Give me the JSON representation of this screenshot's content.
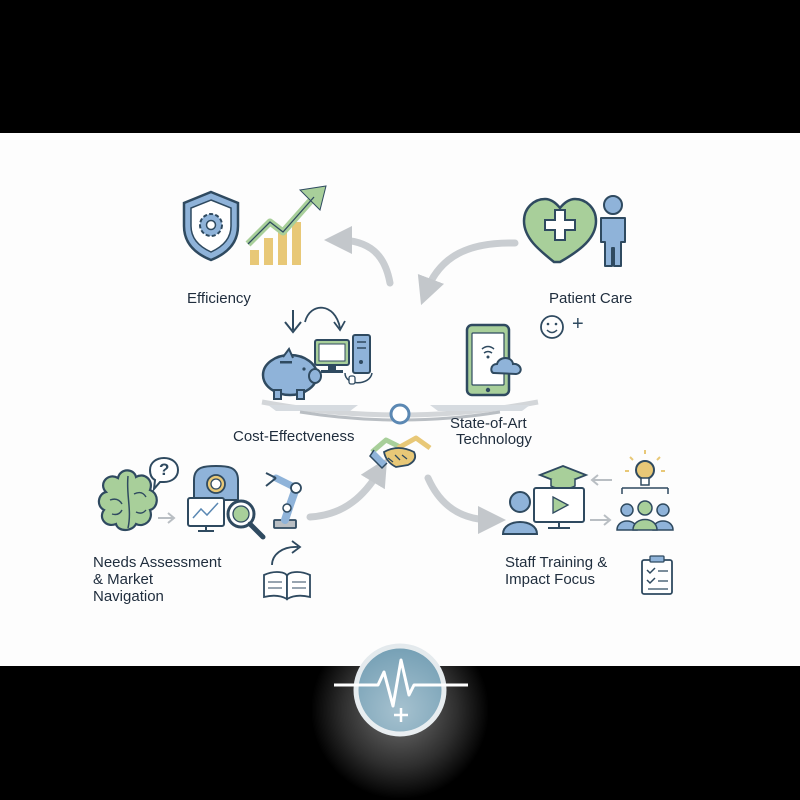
{
  "diagram": {
    "labels": {
      "efficiency": "Efficiency",
      "patient_care": "Patient Care",
      "cost_effectiveness": "Cost-Effectveness",
      "technology_line1": "State-of-Art",
      "technology_line2": "Technology",
      "needs_line1": "Needs Assessment",
      "needs_line2": "& Market",
      "needs_line3": "Navigation",
      "staff_line1": "Staff Training &",
      "staff_line2": "Impact Focus",
      "question_mark": "?",
      "plus_sign": "+"
    },
    "icons": [
      "shield-gear-icon",
      "growth-chart-icon",
      "heart-cross-icon",
      "person-icon",
      "piggy-bank-icon",
      "computer-icon",
      "smartphone-cloud-icon",
      "balance-scale-icon",
      "handshake-icon",
      "brain-icon",
      "speech-question-icon",
      "mri-scanner-icon",
      "magnifier-icon",
      "robotic-arm-icon",
      "book-icon",
      "video-lesson-icon",
      "lightbulb-icon",
      "team-icon",
      "checklist-icon",
      "smiley-icon",
      "heartbeat-logo-icon"
    ],
    "colors": {
      "background": "#000000",
      "panel": "#fdfdfd",
      "blue": "#8fb3d9",
      "green": "#a8cf9a",
      "yellow": "#e8c877",
      "outline": "#2f4a60",
      "arrow": "#c9cdd1",
      "logo": "#5d8fa8"
    }
  }
}
